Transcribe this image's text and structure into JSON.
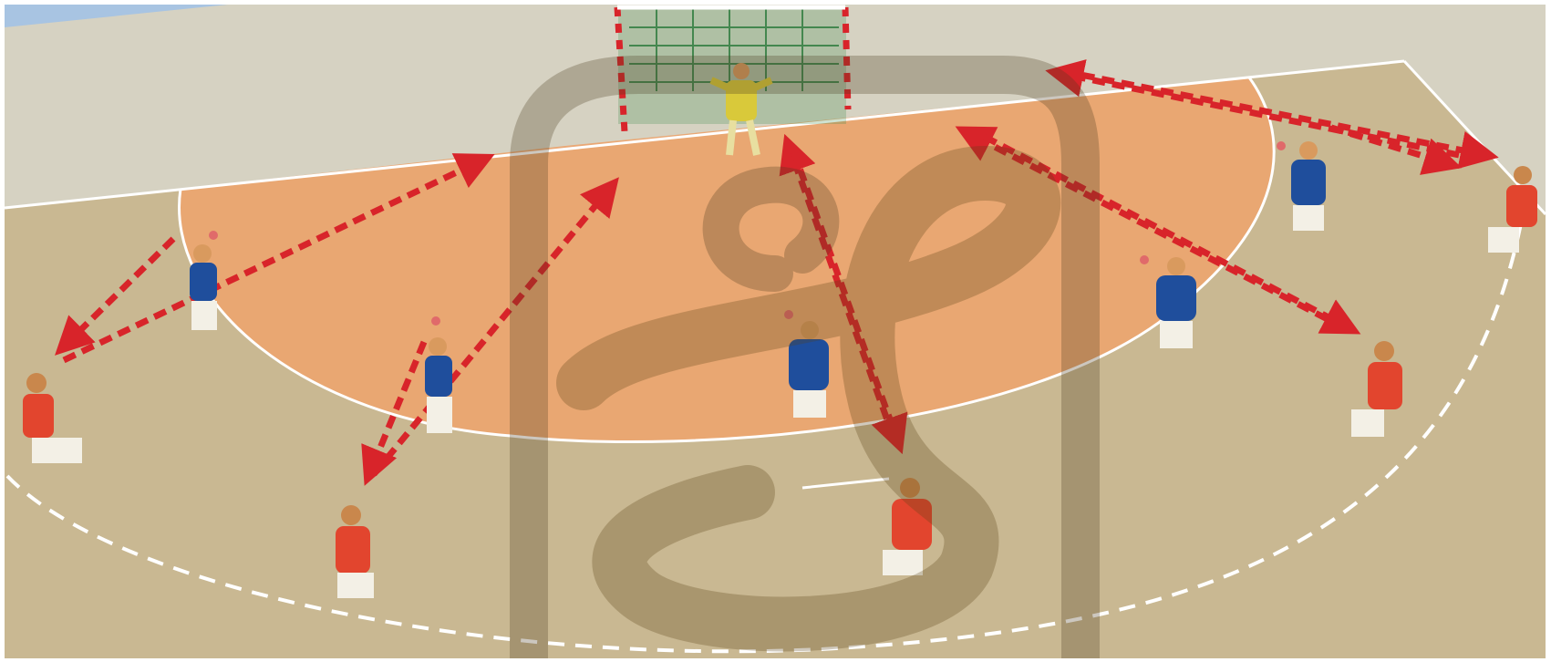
{
  "scene": {
    "kind": "handball-drill-illustration",
    "colors": {
      "court": "#c9b892",
      "wall": "#d6d2c2",
      "goal_area": "#eba571",
      "blue_team": "#1f4e9c",
      "red_team": "#e2452e",
      "goalkeeper": "#d9c93a",
      "pass_arrow": "#d8242a",
      "line": "#ffffff",
      "watermark": "#4a3a1e"
    },
    "icons": [
      "goal-net-icon",
      "player-figure-icon",
      "ball-icon",
      "pass-arrow-icon",
      "watermark-logo-icon"
    ]
  },
  "players": {
    "goalkeeper": [
      {
        "team": "yellow"
      }
    ],
    "defenders": [
      {
        "team": "blue"
      },
      {
        "team": "blue"
      },
      {
        "team": "blue"
      },
      {
        "team": "blue"
      },
      {
        "team": "blue"
      }
    ],
    "attackers": [
      {
        "team": "red"
      },
      {
        "team": "red"
      },
      {
        "team": "red"
      },
      {
        "team": "red"
      },
      {
        "team": "red"
      }
    ]
  }
}
